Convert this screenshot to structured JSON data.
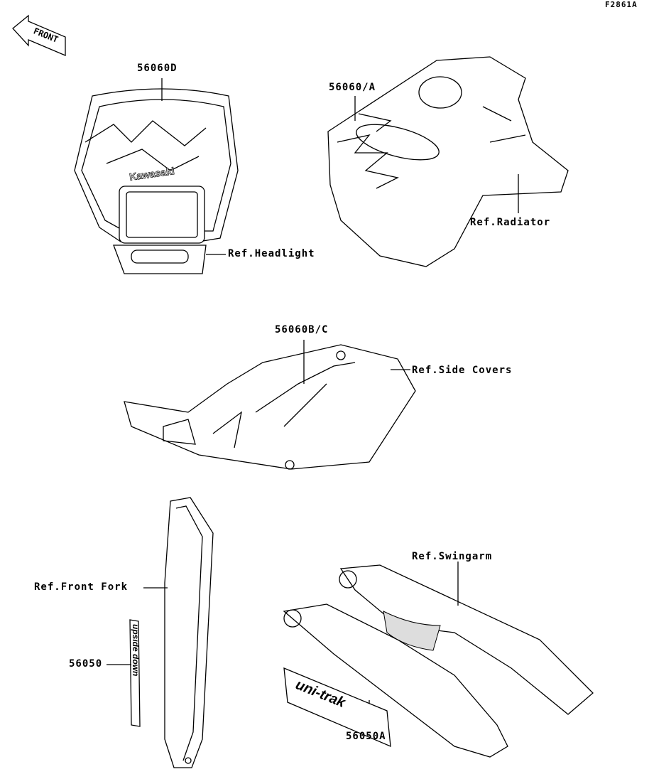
{
  "figure_id": "F2861A",
  "front_marker": "FRONT",
  "labels": {
    "headlight_decal": "56060D",
    "headlight_ref": "Ref.Headlight",
    "radiator_decal": "56060/A",
    "radiator_ref": "Ref.Radiator",
    "side_cover_decal": "56060B/C",
    "side_cover_ref": "Ref.Side Covers",
    "front_fork_ref": "Ref.Front Fork",
    "fork_decal": "56050",
    "swingarm_ref": "Ref.Swingarm",
    "swingarm_decal": "56050A"
  },
  "decal_text": {
    "headlight_logo": "Kawasaki",
    "fork_decal": "upside down",
    "swingarm_decal": "uni-trak"
  }
}
